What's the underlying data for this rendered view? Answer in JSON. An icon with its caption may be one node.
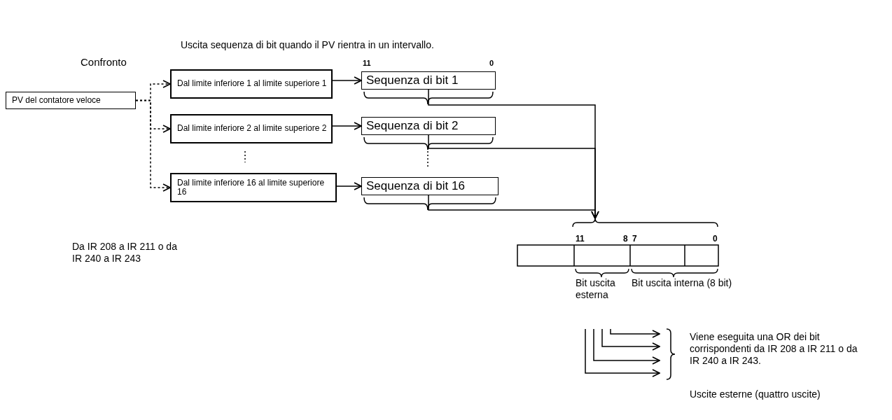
{
  "diagram": {
    "title": "Uscita sequenza di bit quando il PV rientra in un intervallo.",
    "nodes": [
      {
        "text": [
          "PV del contatore veloce"
        ]
      },
      {
        "text": [
          "Dal limite inferiore 1 al limite superiore 1"
        ]
      },
      {
        "text": [
          "Dal limite inferiore 2 al limite superiore 2"
        ]
      },
      {
        "text": [
          "Dal limite inferiore 16 al limite superiore 16"
        ]
      },
      {
        "text": [
          "Sequenza di bit 1"
        ]
      },
      {
        "text": [
          "Sequenza di bit 2"
        ]
      },
      {
        "text": [
          "Sequenza di bit 16"
        ]
      },
      {
        "text": [],
        "shape": "box"
      }
    ],
    "edges": [
      {
        "from": 0,
        "to": 1,
        "arrow": "to",
        "style": "dashed"
      },
      {
        "from": 0,
        "to": 2,
        "arrow": "to",
        "style": "dashed"
      },
      {
        "from": 0,
        "to": 3,
        "arrow": "to",
        "style": "dashed"
      },
      {
        "from": 1,
        "to": 4,
        "arrow": "to"
      },
      {
        "from": 2,
        "to": 5,
        "arrow": "to"
      },
      {
        "from": 3,
        "to": 6,
        "arrow": "to"
      },
      {
        "from": 4,
        "to": 7,
        "arrow": "to"
      },
      {
        "from": 5,
        "to": 7,
        "arrow": "to"
      },
      {
        "from": 6,
        "to": 7,
        "arrow": "to"
      }
    ],
    "labels": [
      "Confronto",
      "11",
      "0",
      "11",
      "8",
      "7",
      "0",
      "Da IR 208 a IR 211 o da IR 240 a IR 243",
      "Bit uscita esterna",
      "Bit uscita interna (8 bit)",
      "Viene eseguita una OR dei bit corrispondenti da IR 208 a IR 211 o da IR 240 a IR 243.",
      "Uscite esterne (quattro uscite)"
    ]
  }
}
